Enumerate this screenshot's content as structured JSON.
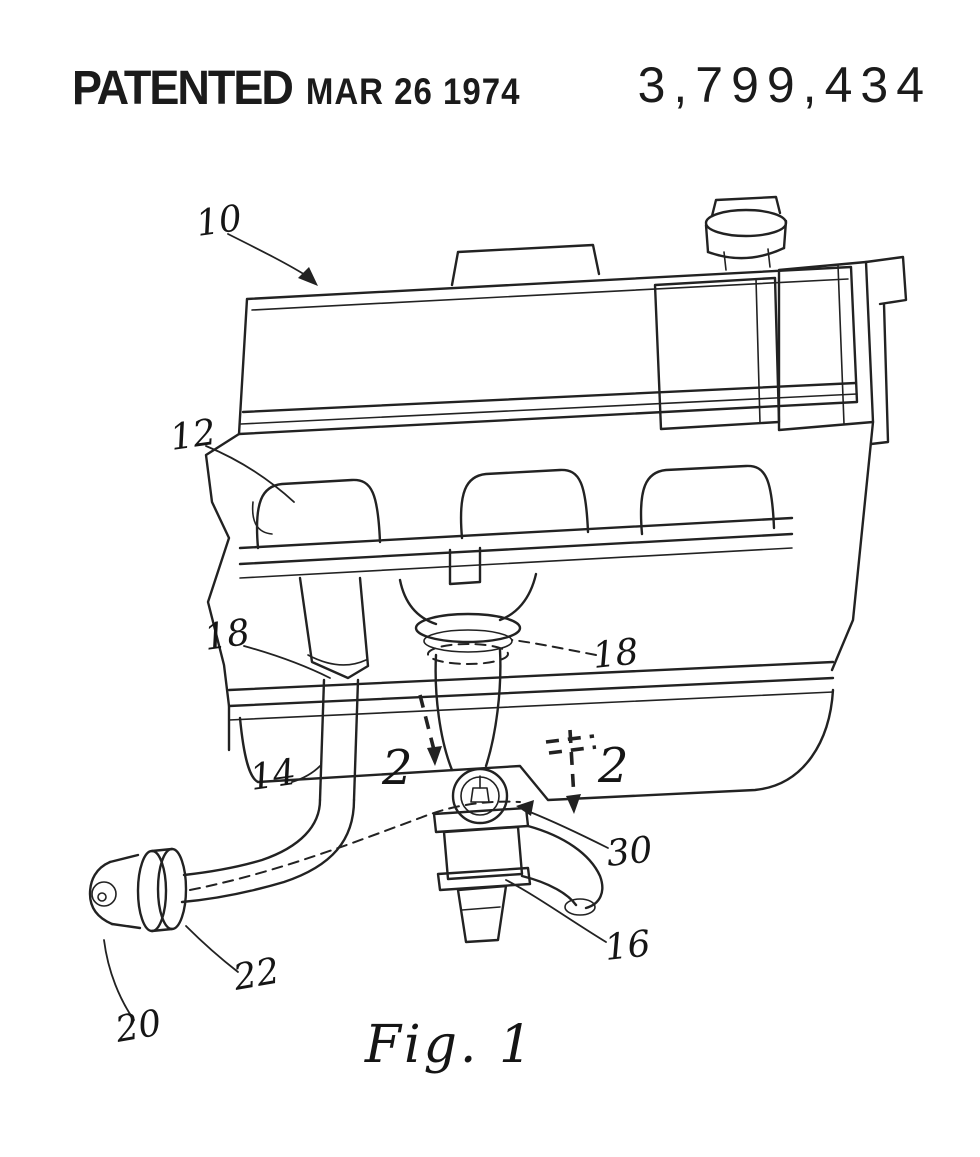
{
  "header": {
    "patented_label": "PATENTED",
    "date": "MAR 26 1974",
    "patent_number": "3,799,434"
  },
  "figure": {
    "label": "Fig. 1",
    "reference_numerals": [
      {
        "label": "10"
      },
      {
        "label": "12"
      },
      {
        "label": "18"
      },
      {
        "label": "18"
      },
      {
        "label": "14"
      },
      {
        "label": "2"
      },
      {
        "label": "2"
      },
      {
        "label": "30"
      },
      {
        "label": "16"
      },
      {
        "label": "22"
      },
      {
        "label": "20"
      }
    ]
  }
}
